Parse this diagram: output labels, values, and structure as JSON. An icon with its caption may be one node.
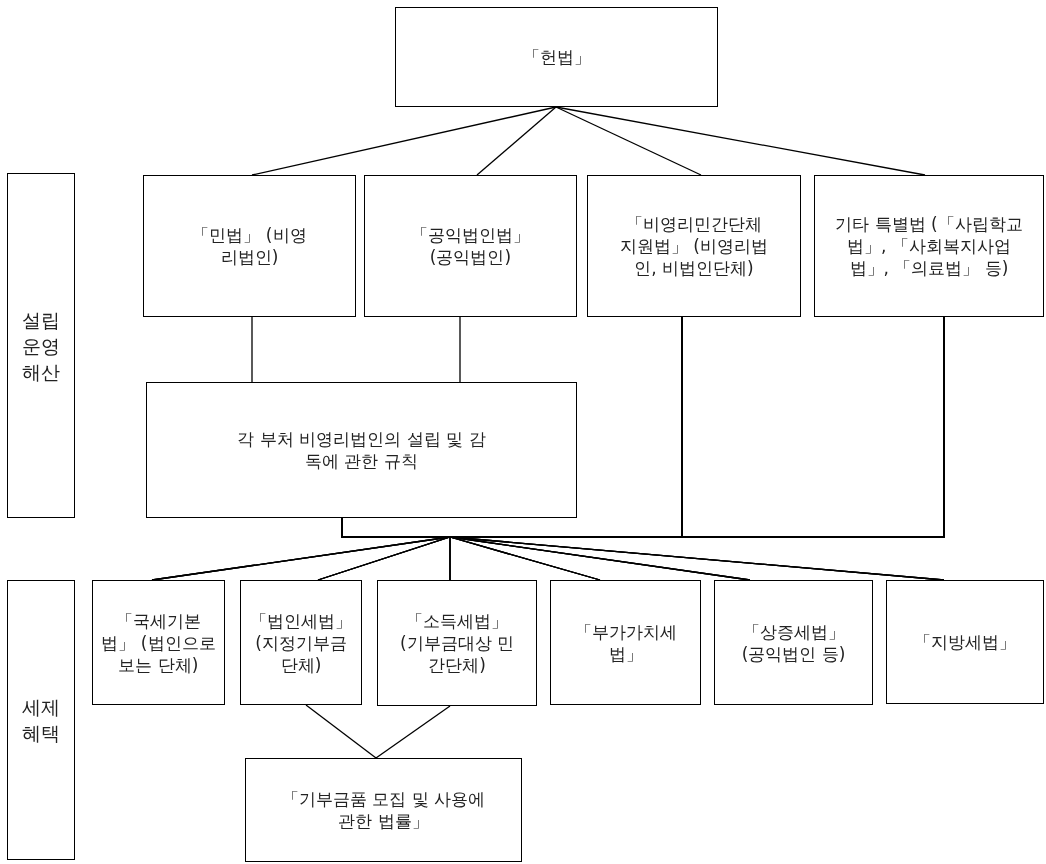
{
  "diagram": {
    "nodes": [
      {
        "text": [
          "설립 운영 해산"
        ]
      },
      {
        "text": [
          "「헌법」"
        ]
      },
      {
        "text": [
          "「민법」 (비영리법인)"
        ]
      },
      {
        "text": [
          "「공익법인법」 (공익법인)"
        ]
      },
      {
        "text": [
          "「비영리민간단체 지원법」 (비영리법인, 비법인단체)"
        ]
      },
      {
        "text": [
          "기타 특별법 (「사립학교법」, 「사회복지사업법」, 「의료법」 등)"
        ]
      },
      {
        "text": [
          "각 부처 비영리법인의 설립 및 감독에 관한 규칙"
        ]
      },
      {
        "text": [
          "세제 혜택"
        ]
      },
      {
        "text": [
          "「국세기본법」 (법인으로 보는 단체)"
        ]
      },
      {
        "text": [
          "「법인세법」 (지정기부금 단체)"
        ]
      },
      {
        "text": [
          "「소득세법」 (기부금대상 민간단체)"
        ]
      },
      {
        "text": [
          "「부가가치세법」"
        ]
      },
      {
        "text": [
          "「상증세법」 (공익법인 등)"
        ]
      },
      {
        "text": [
          "「지방세법」"
        ]
      },
      {
        "text": [
          "「기부금품 모집 및 사용에 관한 법률」"
        ]
      }
    ],
    "edges": [
      {
        "from": 1,
        "to": 2,
        "arrow": "none"
      },
      {
        "from": 1,
        "to": 3,
        "arrow": "none"
      },
      {
        "from": 1,
        "to": 4,
        "arrow": "none"
      },
      {
        "from": 1,
        "to": 5,
        "arrow": "none"
      },
      {
        "from": 2,
        "to": 6,
        "arrow": "none"
      },
      {
        "from": 3,
        "to": 6,
        "arrow": "none"
      },
      {
        "from": 6,
        "to": 8,
        "arrow": "none"
      },
      {
        "from": 6,
        "to": 9,
        "arrow": "none"
      },
      {
        "from": 6,
        "to": 10,
        "arrow": "none"
      },
      {
        "from": 6,
        "to": 11,
        "arrow": "none"
      },
      {
        "from": 6,
        "to": 12,
        "arrow": "none"
      },
      {
        "from": 6,
        "to": 13,
        "arrow": "none"
      },
      {
        "from": 4,
        "to": 8,
        "arrow": "none"
      },
      {
        "from": 4,
        "to": 9,
        "arrow": "none"
      },
      {
        "from": 4,
        "to": 10,
        "arrow": "none"
      },
      {
        "from": 4,
        "to": 11,
        "arrow": "none"
      },
      {
        "from": 4,
        "to": 12,
        "arrow": "none"
      },
      {
        "from": 4,
        "to": 13,
        "arrow": "none"
      },
      {
        "from": 5,
        "to": 8,
        "arrow": "none"
      },
      {
        "from": 5,
        "to": 9,
        "arrow": "none"
      },
      {
        "from": 5,
        "to": 10,
        "arrow": "none"
      },
      {
        "from": 5,
        "to": 11,
        "arrow": "none"
      },
      {
        "from": 5,
        "to": 12,
        "arrow": "none"
      },
      {
        "from": 5,
        "to": 13,
        "arrow": "none"
      },
      {
        "from": 9,
        "to": 14,
        "arrow": "none"
      },
      {
        "from": 10,
        "to": 14,
        "arrow": "none"
      }
    ]
  }
}
